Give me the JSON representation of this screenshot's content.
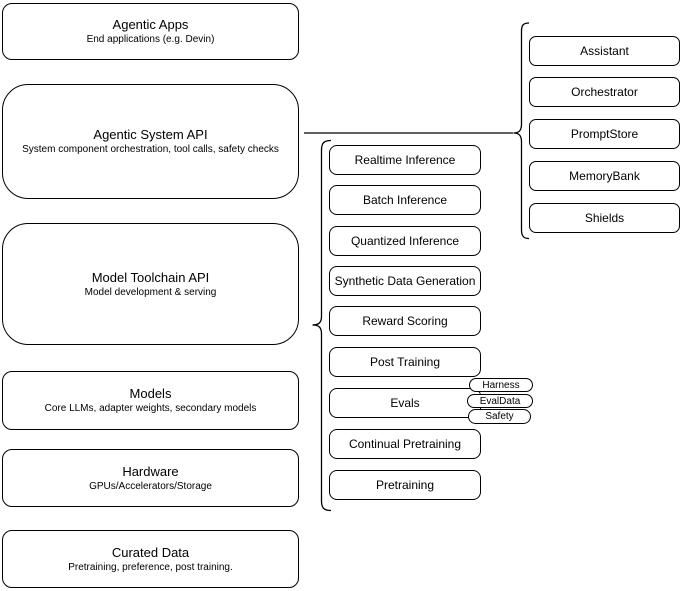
{
  "colors": {
    "stroke": "#000000",
    "background": "#ffffff",
    "text": "#000000"
  },
  "left_stack": [
    {
      "title": "Agentic Apps",
      "subtitle": "End applications (e.g. Devin)"
    },
    {
      "title": "Agentic System API",
      "subtitle": "System component orchestration, tool calls, safety checks"
    },
    {
      "title": "Model Toolchain API",
      "subtitle": "Model development & serving"
    },
    {
      "title": "Models",
      "subtitle": "Core LLMs, adapter weights, secondary models"
    },
    {
      "title": "Hardware",
      "subtitle": "GPUs/Accelerators/Storage"
    },
    {
      "title": "Curated Data",
      "subtitle": "Pretraining, preference, post training."
    }
  ],
  "toolchain_items": [
    "Realtime Inference",
    "Batch Inference",
    "Quantized Inference",
    "Synthetic Data Generation",
    "Reward Scoring",
    "Post Training",
    "Evals",
    "Continual Pretraining",
    "Pretraining"
  ],
  "eval_pills": [
    "Harness",
    "EvalData",
    "Safety"
  ],
  "system_components": [
    "Assistant",
    "Orchestrator",
    "PromptStore",
    "MemoryBank",
    "Shields"
  ]
}
